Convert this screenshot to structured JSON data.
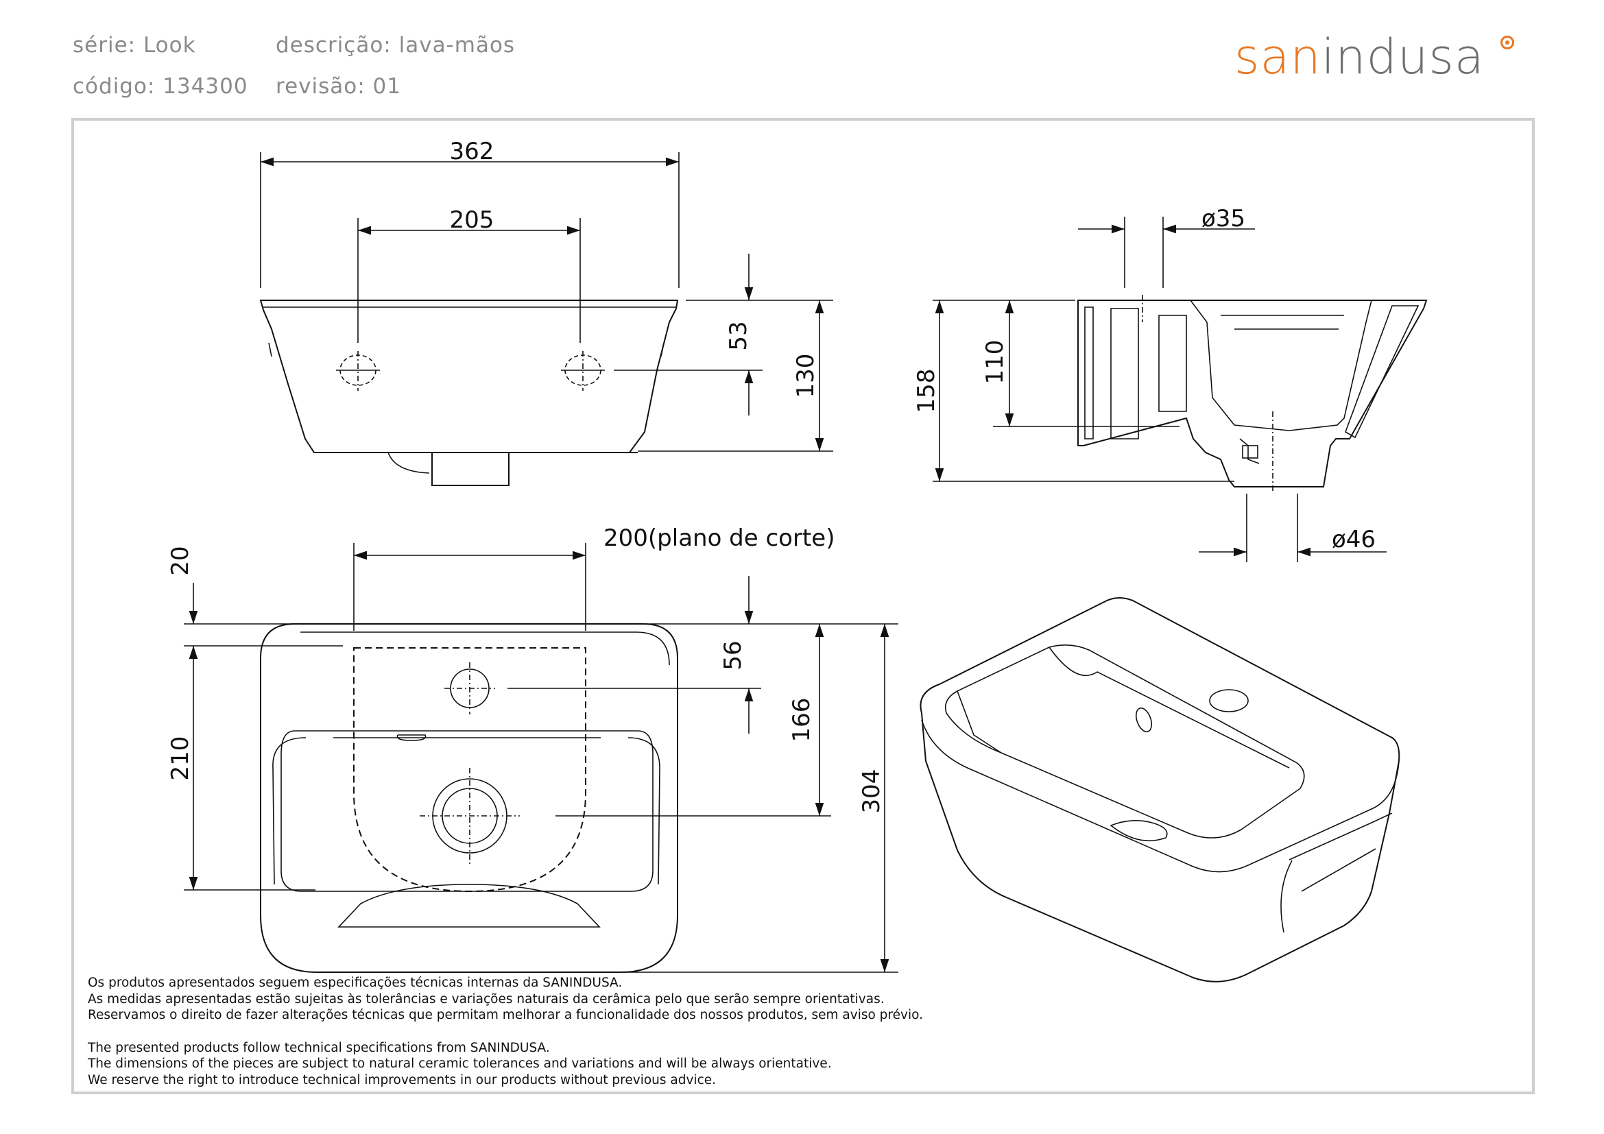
{
  "header": {
    "series": "série: Look",
    "description": "descrição: lava-mãos",
    "code": "código: 134300",
    "revision": "revisão: 01"
  },
  "logo": {
    "part_orange": "san",
    "part_gray": "indusa",
    "brand_orange": "#e87722",
    "brand_gray": "#6d6e71"
  },
  "dimensions": {
    "front_width": "362",
    "front_tap_spacing": "205",
    "front_tap_height": "53",
    "front_height": "130",
    "side_height": "158",
    "side_inner_height": "110",
    "side_top_hole": "ø35",
    "side_drain": "ø46",
    "top_cut_plane": "200(plano de corte)",
    "top_offset": "20",
    "top_bowl_depth": "210",
    "top_tap_offset": "56",
    "top_drain_offset": "166",
    "top_depth": "304"
  },
  "notes_pt": [
    "Os produtos apresentados seguem especificações técnicas internas da SANINDUSA.",
    "As medidas apresentadas estão sujeitas às tolerâncias e variações naturais da cerâmica pelo que serão sempre orientativas.",
    "Reservamos o direito de fazer alterações técnicas que permitam melhorar a funcionalidade dos nossos produtos, sem aviso prévio."
  ],
  "notes_en": [
    "The presented products follow technical specifications from SANINDUSA.",
    "The dimensions of the pieces are subject to natural ceramic tolerances and variations and will be always orientative.",
    "We reserve the right to introduce technical improvements in our products without previous advice."
  ]
}
